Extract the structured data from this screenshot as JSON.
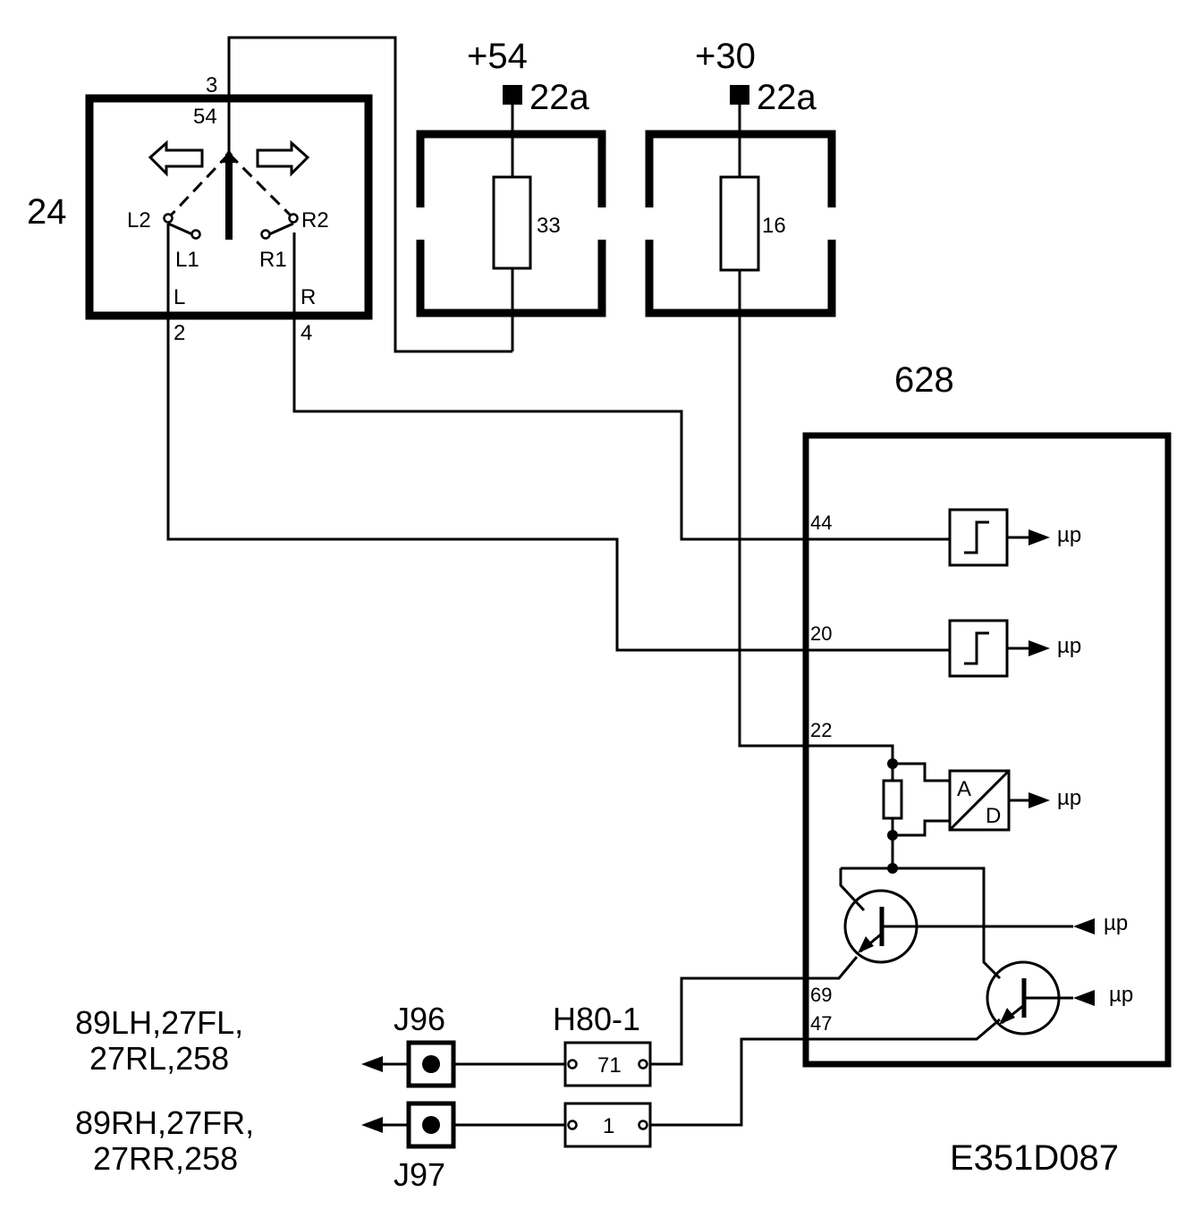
{
  "components": {
    "relay": {
      "id": "24",
      "pin_top": "3",
      "pin_54": "54",
      "pin_L2": "L2",
      "pin_L1": "L1",
      "pin_R2": "R2",
      "pin_R1": "R1",
      "pin_L": "L",
      "pin_R": "R",
      "pin_2": "2",
      "pin_4": "4"
    },
    "fuse_a": {
      "supply": "+54",
      "connector": "22a",
      "fuse_no": "33"
    },
    "fuse_b": {
      "supply": "+30",
      "connector": "22a",
      "fuse_no": "16"
    },
    "module": {
      "id": "628",
      "pin_44": "44",
      "pin_20": "20",
      "pin_22": "22",
      "pin_69": "69",
      "pin_47": "47",
      "adc_a": "A",
      "adc_d": "D"
    },
    "outputs": {
      "mu1": "µp",
      "mu2": "µp",
      "mu3": "µp",
      "mu4": "µp",
      "mu5": "µp"
    },
    "connectors": {
      "j96": "J96",
      "j97": "J97",
      "h80": "H80-1",
      "h80_pin_top": "71",
      "h80_pin_bottom": "1"
    },
    "destinations": {
      "left_line1": "89LH,27FL,",
      "left_line2": "27RL,258",
      "right_line1": "89RH,27FR,",
      "right_line2": "27RR,258"
    }
  },
  "figure_id": "E351D087"
}
